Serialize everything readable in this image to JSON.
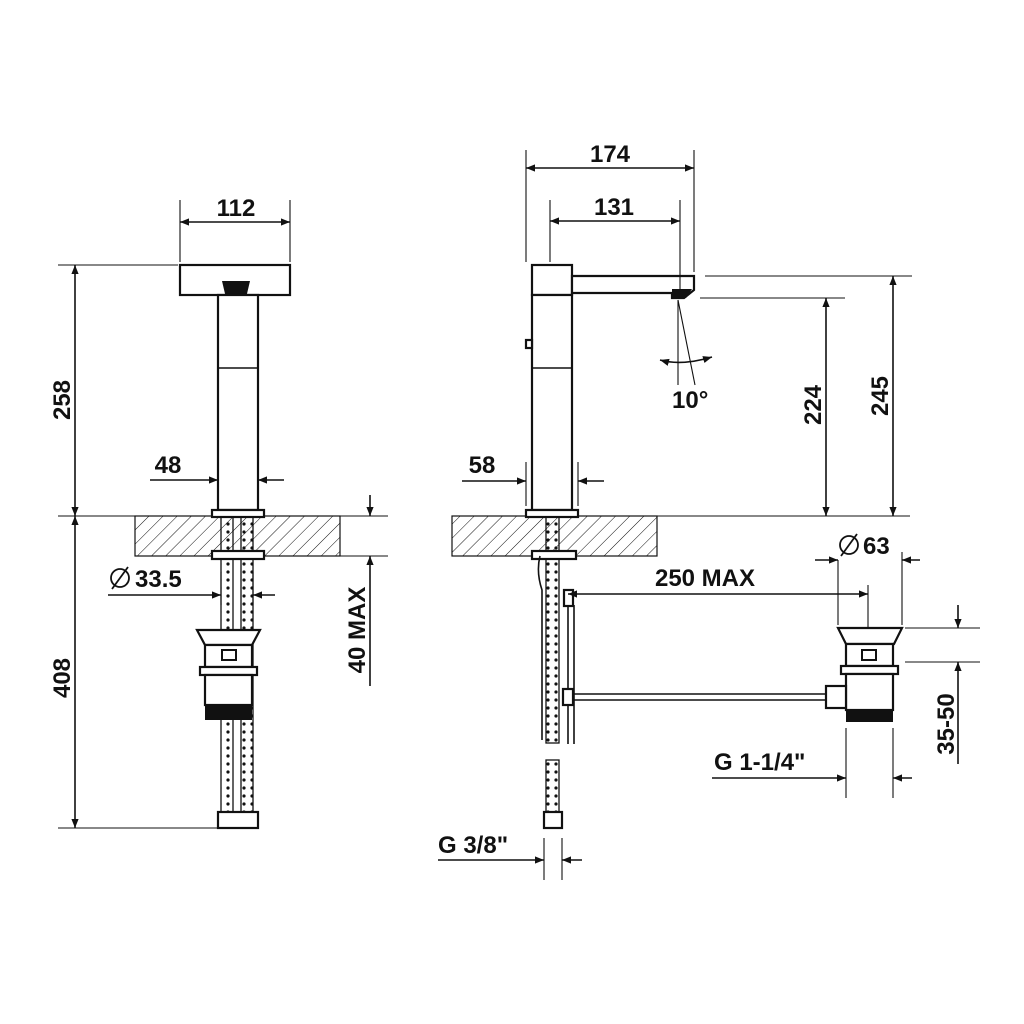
{
  "labels": {
    "front_width": "112",
    "front_height": "258",
    "front_body_width": "48",
    "front_hole": "33.5",
    "front_below": "408",
    "deck_max": "40 MAX",
    "side_depth": "174",
    "side_spout": "131",
    "side_body_width": "58",
    "angle": "10°",
    "spout_height": "224",
    "total_height": "245",
    "waste_diameter": "63",
    "pull_rod": "250 MAX",
    "waste_range": "35-50",
    "waste_thread": "G 1-1/4\"",
    "supply_thread": "G 3/8\""
  },
  "colors": {
    "line": "#111111",
    "background": "#ffffff"
  }
}
